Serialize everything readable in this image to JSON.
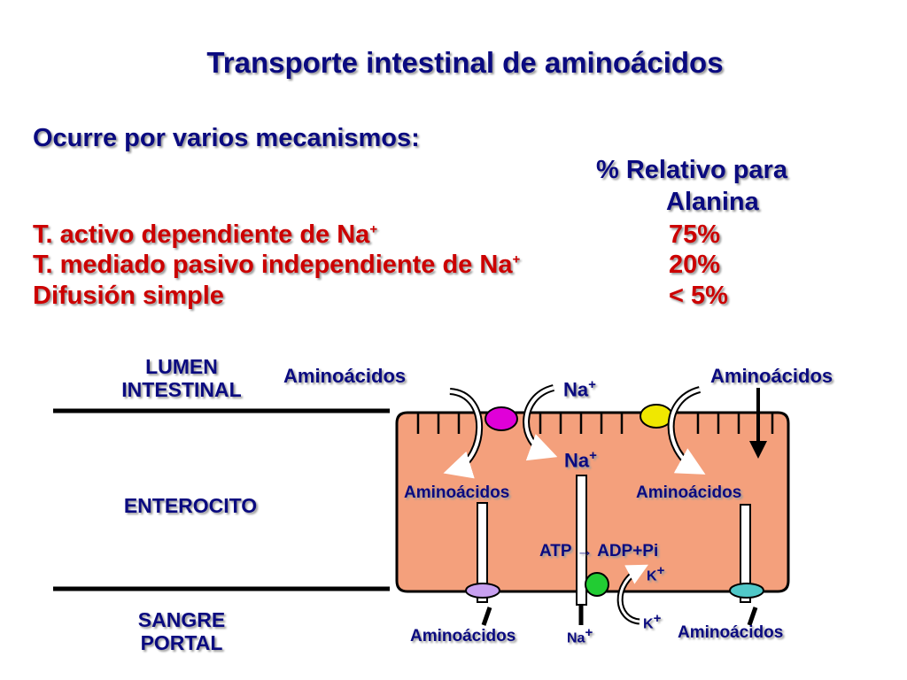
{
  "title": "Transporte intestinal de aminoácidos",
  "subtitle": "Ocurre por varios mecanismos:",
  "relative_header": {
    "line1": "% Relativo para",
    "line2": "Alanina"
  },
  "mechanisms": [
    {
      "name": "T. activo dependiente de Na",
      "sup": "+",
      "percent": "75%"
    },
    {
      "name": "T. mediado pasivo independiente de Na",
      "sup": "+",
      "percent": "20%"
    },
    {
      "name": "Difusión simple",
      "sup": "",
      "percent": "< 5%"
    }
  ],
  "regions": {
    "lumen": {
      "line1": "LUMEN",
      "line2": "INTESTINAL"
    },
    "enterocyte": "ENTEROCITO",
    "blood": {
      "line1": "SANGRE",
      "line2": "PORTAL"
    }
  },
  "diagram_labels": {
    "aa_lumen_left": "Aminoácidos",
    "aa_lumen_right": "Aminoácidos",
    "na_lumen": "Na",
    "na_cell": "Na",
    "plus": "+",
    "aa_cell_left": "Aminoácidos",
    "aa_cell_right": "Aminoácidos",
    "atp_reaction": "ATP → ADP+Pi",
    "k_cell": "K",
    "k_blood": "K",
    "na_blood": "Na",
    "aa_blood_left": "Aminoácidos",
    "aa_blood_right": "Aminoácidos"
  },
  "colors": {
    "cell_fill": "#f4a07c",
    "na_cotransporter": "#e000d8",
    "aa_carrier_apical": "#f0e800",
    "na_k_pump": "#22cc33",
    "aa_carrier_basal_left": "#c8a0f0",
    "aa_carrier_basal_right": "#50c8c8"
  }
}
